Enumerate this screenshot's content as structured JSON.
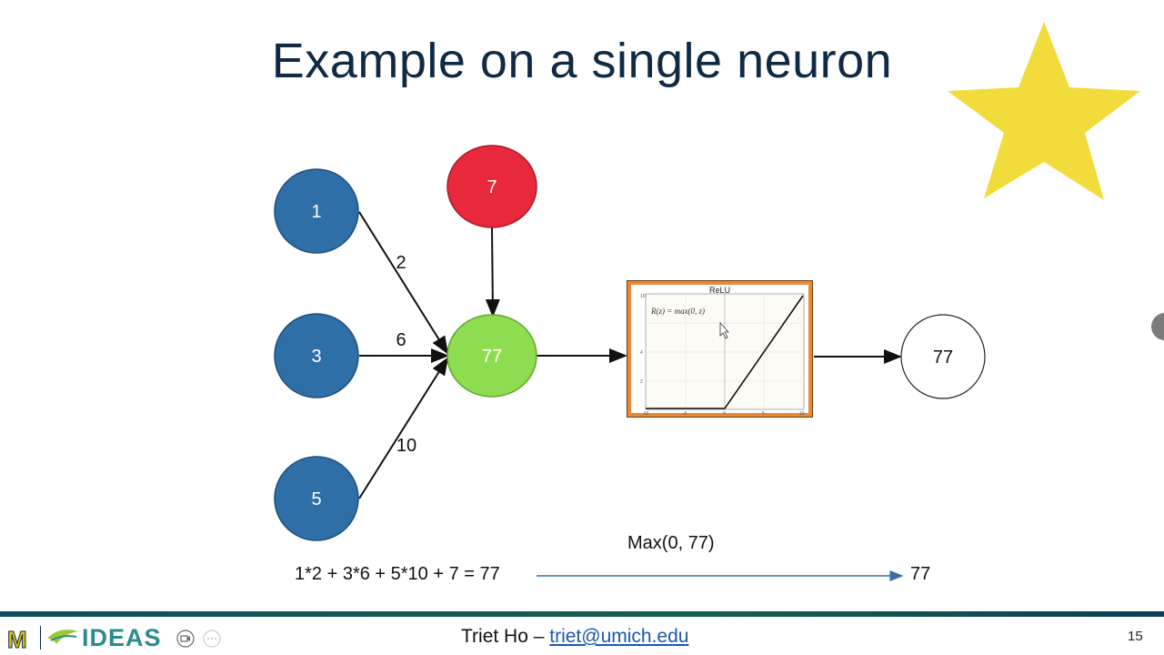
{
  "slide": {
    "title": "Example on a single neuron",
    "page_number": "15"
  },
  "diagram": {
    "input_nodes": [
      {
        "value": "1",
        "weight": "2"
      },
      {
        "value": "3",
        "weight": "6"
      },
      {
        "value": "5",
        "weight": "10"
      }
    ],
    "bias_node": {
      "value": "7"
    },
    "sum_node": {
      "value": "77"
    },
    "output_node": {
      "value": "77"
    },
    "relu_panel": {
      "title": "ReLU",
      "formula": "R(z) = max(0,  z)"
    },
    "equation": "1*2 + 3*6 + 5*10 + 7 = 77",
    "activation_label": "Max(0, 77)",
    "result": "77"
  },
  "colors": {
    "input_node": "#2f6fa8",
    "bias_node": "#e8293b",
    "sum_node": "#8edc4f",
    "relu_border": "#e8893a",
    "title": "#0f2a44",
    "star": "#f2dc3c"
  },
  "footer": {
    "logo_letter": "M",
    "logo_text": "IDEAS",
    "presenter_name": "Triet Ho – ",
    "presenter_email": "triet@umich.edu"
  },
  "icons": {
    "camera": "camera-icon",
    "more": "more-options-icon"
  }
}
